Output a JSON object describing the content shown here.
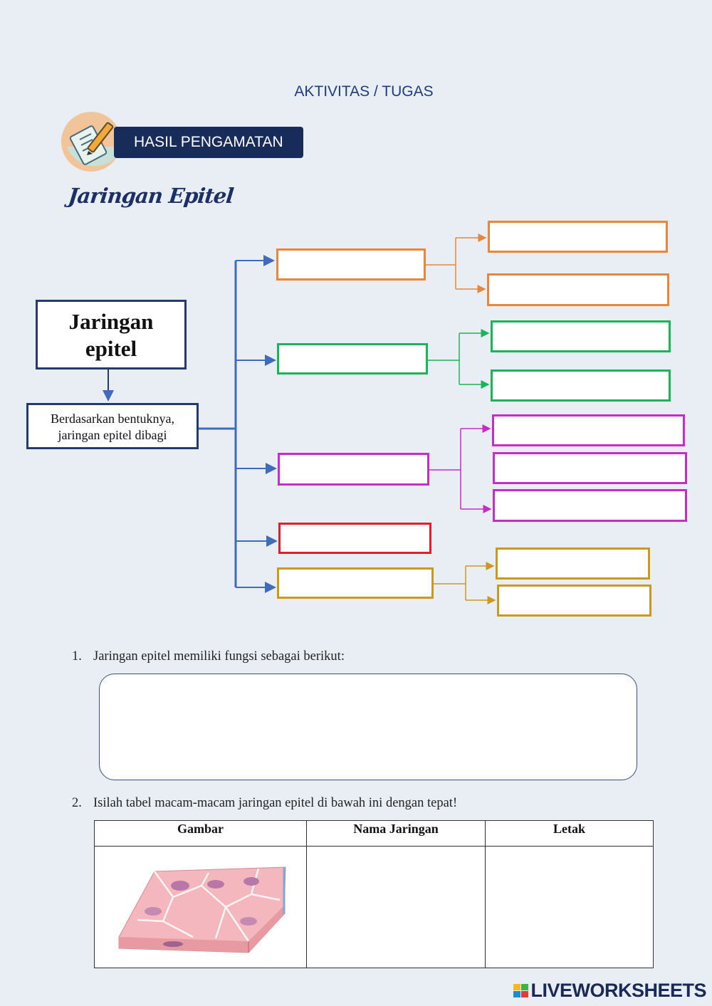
{
  "header": {
    "title": "AKTIVITAS / TUGAS",
    "banner_label": "HASIL PENGAMATAN",
    "section_title": "Jaringan Epitel"
  },
  "diagram": {
    "root_label": "Jaringan epitel",
    "basis_label": "Berdasarkan bentuknya, jaringan epitel dibagi",
    "colors": {
      "connector": "#3f6bb8",
      "orange": "#e8873a",
      "green": "#1fb25a",
      "magenta": "#c42ec4",
      "red": "#e01f2b",
      "gold": "#c99a1f"
    }
  },
  "questions": [
    {
      "number": "1.",
      "text": "Jaringan epitel memiliki fungsi sebagai berikut:"
    },
    {
      "number": "2.",
      "text": "Isilah tabel macam-macam jaringan epitel di bawah ini dengan tepat!"
    }
  ],
  "table": {
    "headers": [
      "Gambar",
      "Nama Jaringan",
      "Letak"
    ],
    "rows": [
      {
        "image": "squamous-epithelium-illustration",
        "nama_jaringan": "",
        "letak": ""
      }
    ]
  },
  "footer": {
    "brand": "LIVEWORKSHEETS",
    "icon": "liveworksheets-logo-icon"
  }
}
